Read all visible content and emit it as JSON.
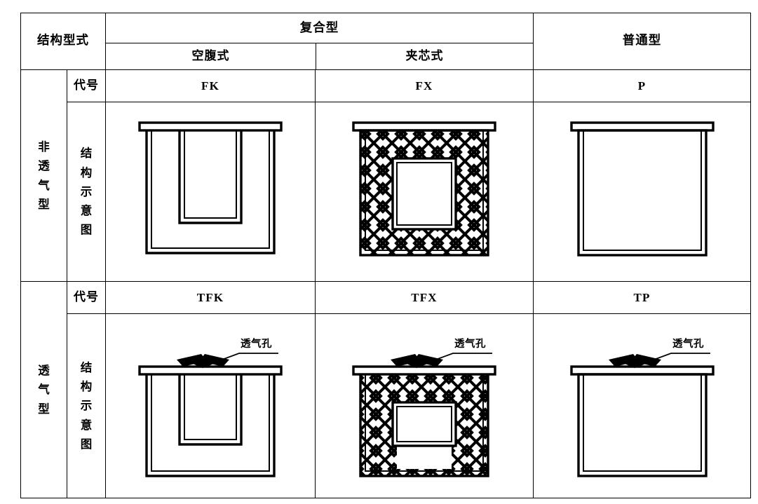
{
  "table": {
    "corner_header": "结构型式",
    "code_row_label": "代号",
    "diagram_row_label_chars": [
      "结",
      "构",
      "示",
      "意",
      "图"
    ],
    "column_groups": [
      {
        "label": "复合型",
        "subcolumns": [
          "空腹式",
          "夹芯式"
        ]
      },
      {
        "label": "普通型",
        "subcolumns": []
      }
    ],
    "row_groups": [
      {
        "label_chars": [
          "非",
          "透",
          "气",
          "型"
        ],
        "codes": [
          "FK",
          "FX",
          "P"
        ],
        "vented": false
      },
      {
        "label_chars": [
          "透",
          "气",
          "型"
        ],
        "codes": [
          "TFK",
          "TFX",
          "TP"
        ],
        "vented": true
      }
    ],
    "vent_annotation": "透气孔"
  },
  "style": {
    "line_color": "#000000",
    "background": "#ffffff"
  }
}
